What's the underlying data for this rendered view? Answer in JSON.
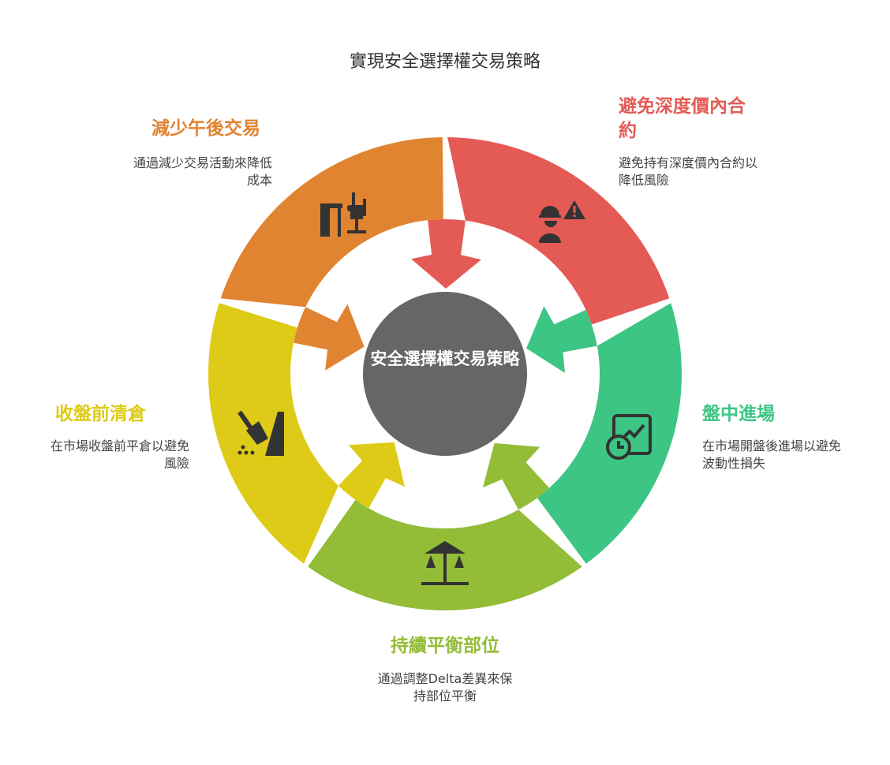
{
  "title": "實現安全選擇權交易策略",
  "center": {
    "label": "安全選擇權交易策略",
    "color": "#666666"
  },
  "stages": [
    {
      "key": "avoid-deep-itm",
      "title": "避免深度價內合約",
      "description": "避免持有深度價內合約以降低風險",
      "color": "#E45A55",
      "icon": "worker-warning-icon"
    },
    {
      "key": "midday-entry",
      "title": "盤中進場",
      "description": "在市場開盤後進場以避免波動性損失",
      "color": "#3DC584",
      "icon": "clock-chart-icon"
    },
    {
      "key": "balance-position",
      "title": "持續平衡部位",
      "description": "通過調整Delta差異來保持部位平衡",
      "color": "#93BC37",
      "icon": "balance-scale-icon"
    },
    {
      "key": "close-before-market-close",
      "title": "收盤前清倉",
      "description": "在市場收盤前平倉以避免風險",
      "color": "#DECB17",
      "icon": "broom-icon"
    },
    {
      "key": "reduce-afternoon-trading",
      "title": "減少午後交易",
      "description": "通過減少交易活動來降低成本",
      "color": "#E08431",
      "icon": "office-desk-icon"
    }
  ]
}
